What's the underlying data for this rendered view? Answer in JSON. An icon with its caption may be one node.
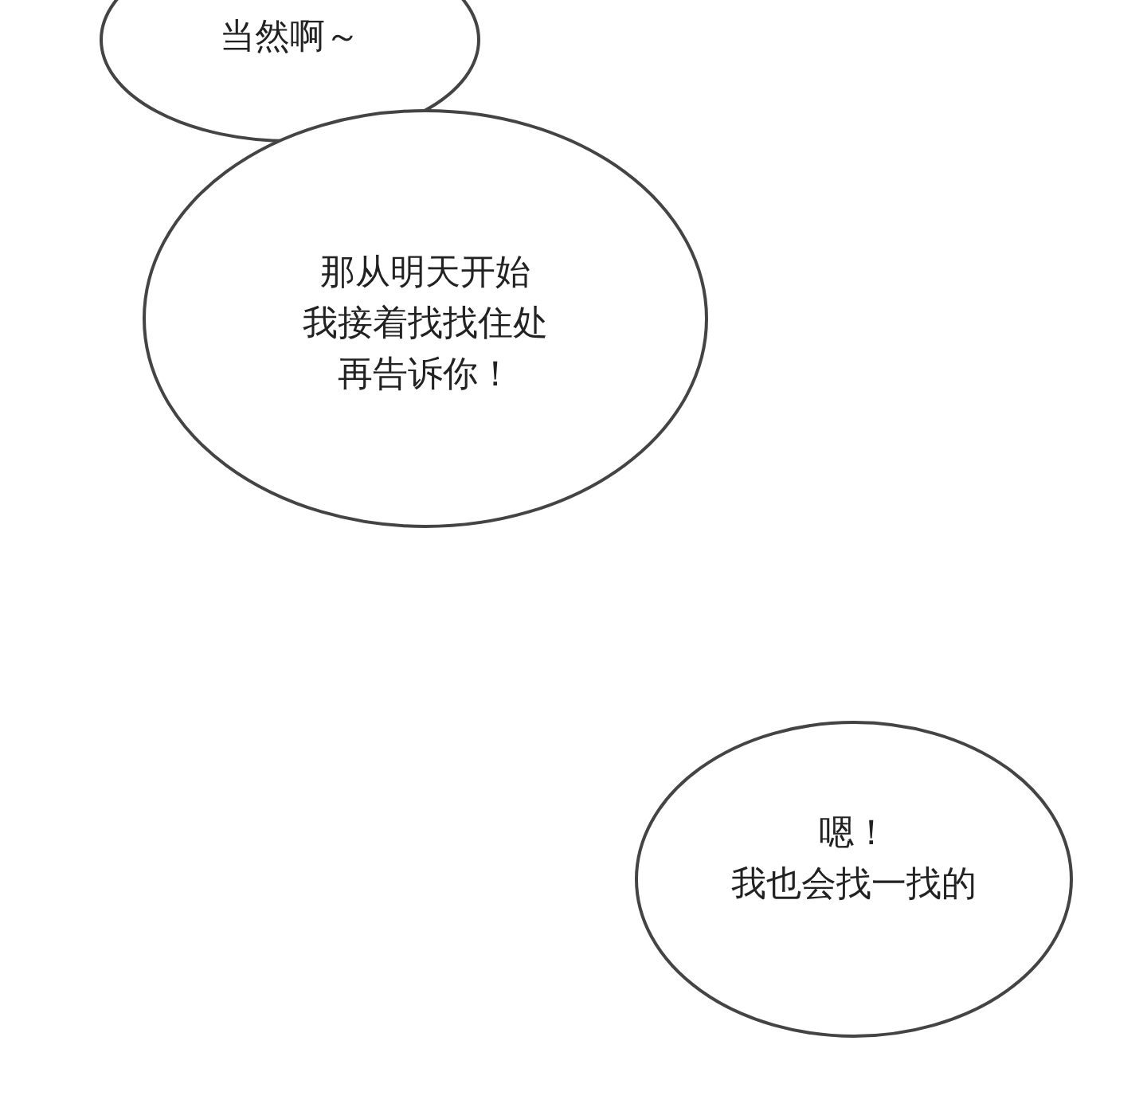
{
  "diagram": {
    "nodes": [
      {
        "text": [
          "当然啊～"
        ]
      },
      {
        "text": [
          "那从明天开始",
          "我接着找找住处",
          "再告诉你！"
        ]
      },
      {
        "text": [
          "嗯！",
          "我也会找一找的"
        ]
      }
    ]
  }
}
